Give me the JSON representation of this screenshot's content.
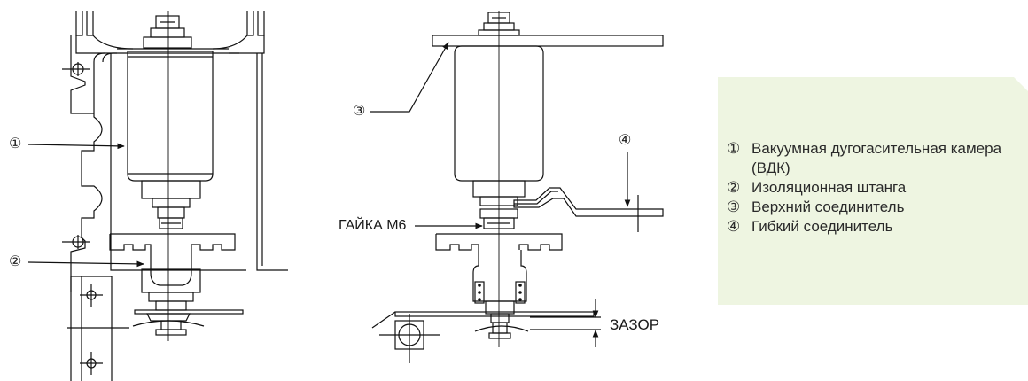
{
  "callouts": {
    "c1": "①",
    "c2": "②",
    "c3": "③",
    "c4": "④",
    "nut": "ГАЙКА М6",
    "gap": "ЗАЗОР"
  },
  "legend": {
    "background_color": "#eef5e1",
    "items": [
      {
        "num": "①",
        "text": "Вакуумная дугогасительная камера (ВДК)"
      },
      {
        "num": "②",
        "text": "Изоляционная штанга"
      },
      {
        "num": "③",
        "text": "Верхний соединитель"
      },
      {
        "num": "④",
        "text": "Гибкий соединитель"
      }
    ]
  }
}
